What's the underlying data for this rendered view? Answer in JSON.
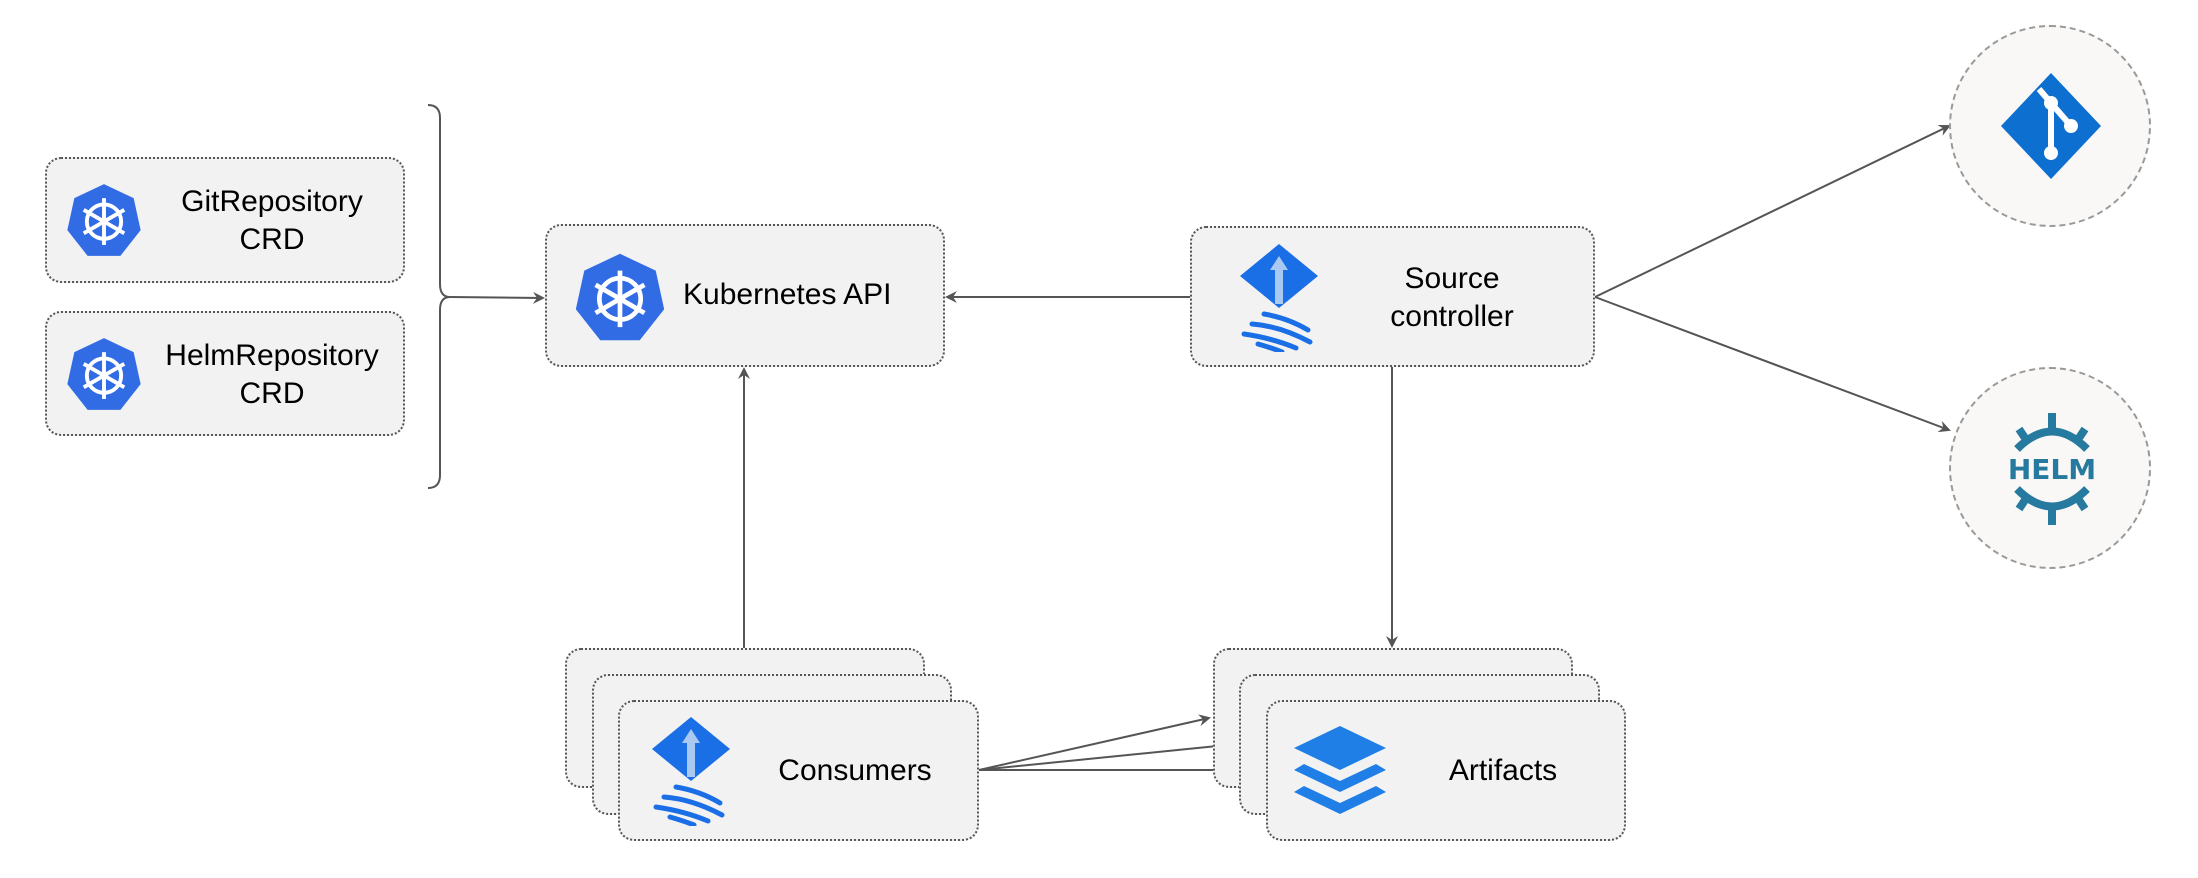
{
  "nodes": {
    "git_repository_crd": {
      "line1": "GitRepository",
      "line2": "CRD",
      "icon": "kubernetes-icon"
    },
    "helm_repository_crd": {
      "line1": "HelmRepository",
      "line2": "CRD",
      "icon": "kubernetes-icon"
    },
    "kubernetes_api": {
      "label": "Kubernetes API",
      "icon": "kubernetes-icon"
    },
    "source_controller": {
      "line1": "Source",
      "line2": "controller",
      "icon": "flux-icon"
    },
    "consumers": {
      "label": "Consumers",
      "icon": "flux-icon"
    },
    "artifacts": {
      "label": "Artifacts",
      "icon": "layers-icon"
    },
    "git": {
      "icon": "git-icon"
    },
    "helm": {
      "icon": "helm-icon",
      "logo_text": "HELM"
    }
  },
  "colors": {
    "kubernetes_blue": "#326ce5",
    "git_blue": "#0d6fd0",
    "helm_teal": "#277a9f",
    "edge": "#555555",
    "node_fill": "#f2f2f2"
  }
}
